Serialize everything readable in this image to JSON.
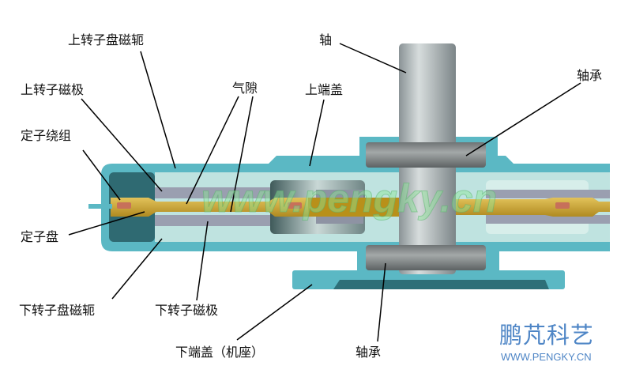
{
  "labels": {
    "upper_rotor_yoke": "上转子盘磁轭",
    "upper_rotor_pole": "上转子磁极",
    "stator_winding": "定子绕组",
    "stator_disk": "定子盘",
    "lower_rotor_yoke": "下转子盘磁轭",
    "lower_rotor_pole": "下转子磁极",
    "air_gap": "气隙",
    "upper_end_cover": "上端盖",
    "lower_end_cover": "下端盖（机座）",
    "shaft": "轴",
    "bearing_top": "轴承",
    "bearing_bottom": "轴承"
  },
  "watermark": "www.pengky.cn",
  "logo": {
    "name": "鹏芃科艺",
    "url": "WWW.PENGKY.CN"
  },
  "colors": {
    "housing": "#5bb8c4",
    "cavity": "#bfe3e0",
    "stator": "#d8b64a",
    "magnet": "#9a9fb0",
    "shaft": "#a9b2b4",
    "logo": "#4f86c6"
  }
}
